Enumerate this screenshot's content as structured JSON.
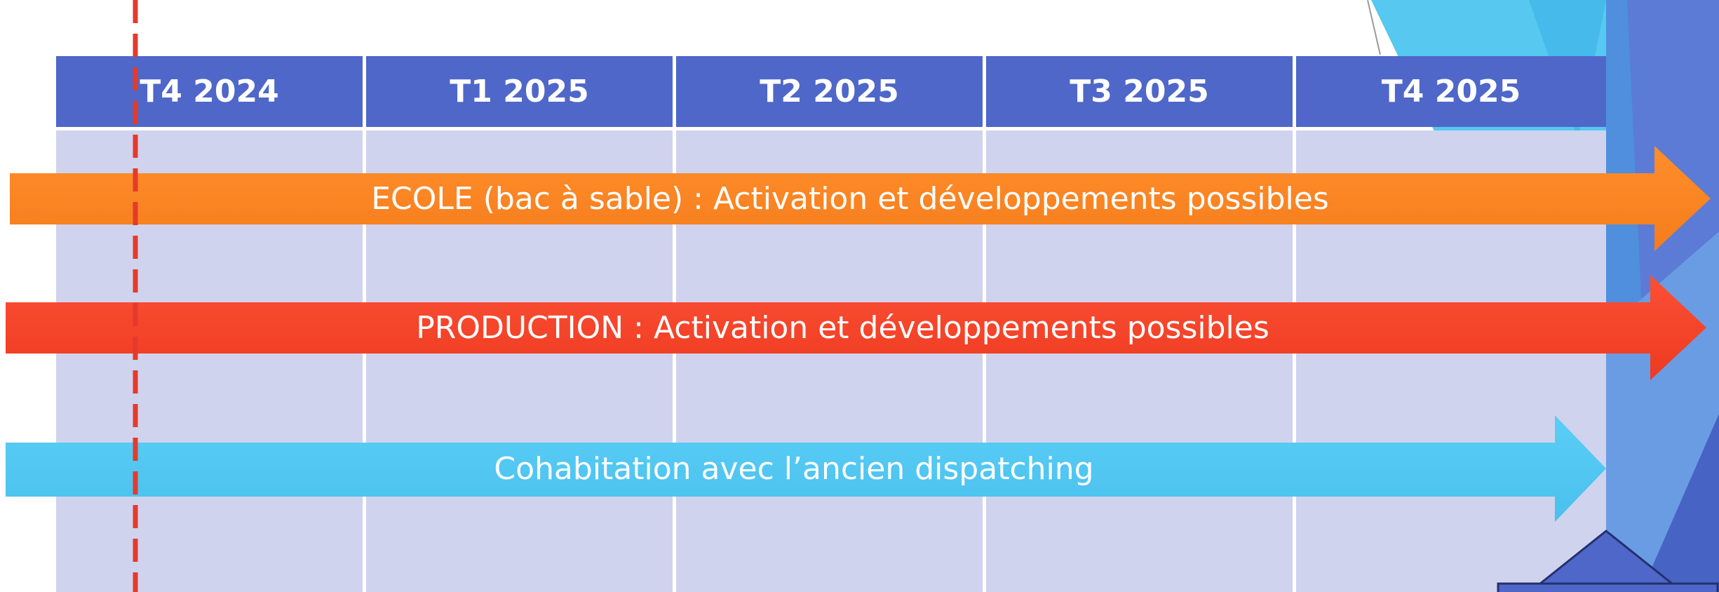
{
  "timeline": {
    "quarters": [
      "T4 2024",
      "T1 2025",
      "T2 2025",
      "T3 2025",
      "T4 2025"
    ]
  },
  "bars": [
    {
      "label": "ECOLE (bac à sable) : Activation et développements possibles",
      "color": "#fe8625",
      "color_dark": "#f57f1c"
    },
    {
      "label": "PRODUCTION : Activation et développements possibles",
      "color": "#f8472e",
      "color_dark": "#ef3b22"
    },
    {
      "label": "Cohabitation avec l’ancien dispatching",
      "color": "#53c9f2",
      "color_dark": "#4ac1ef"
    }
  ],
  "colors": {
    "header": "#4f67c8",
    "cell": "#d0d3ed",
    "today_marker": "#e53a2b"
  }
}
